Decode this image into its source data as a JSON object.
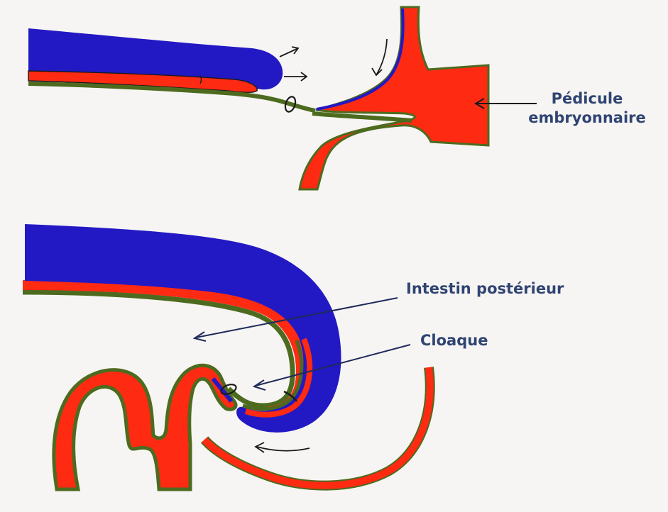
{
  "labels": {
    "pedicule_line1": "Pédicule",
    "pedicule_line2": "embryonnaire",
    "intestin": "Intestin postérieur",
    "cloaque": "Cloaque"
  },
  "colors": {
    "background": "#f7f5f3",
    "ectoderm_blue": "#2219c4",
    "mesoderm_red": "#ff2a12",
    "endoderm_green": "#4d6b1f",
    "pointer": "#1f2a5c",
    "label_text": "#2f4472"
  }
}
